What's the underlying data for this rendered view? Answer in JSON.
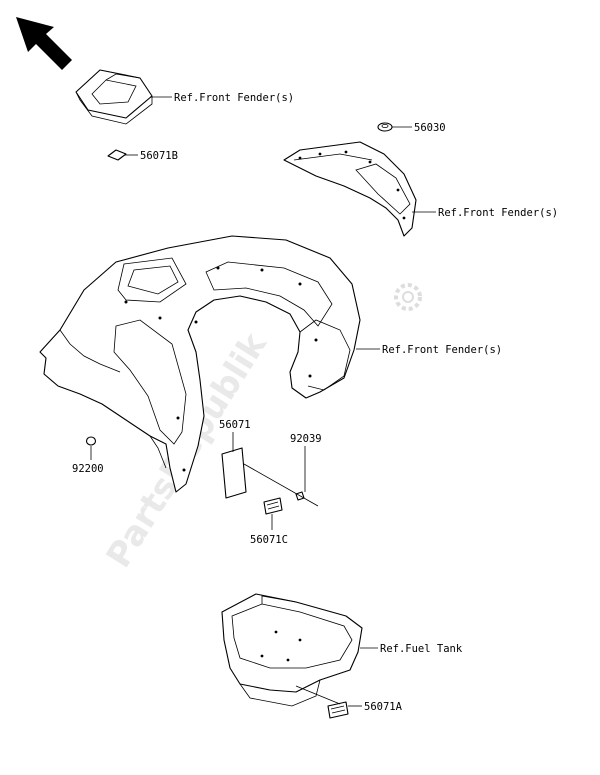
{
  "labels": {
    "ref_front_fender_1": "Ref.Front Fender(s)",
    "ref_front_fender_2": "Ref.Front Fender(s)",
    "ref_front_fender_3": "Ref.Front Fender(s)",
    "ref_fuel_tank": "Ref.Fuel Tank",
    "part_56071B": "56071B",
    "part_56030": "56030",
    "part_56071": "56071",
    "part_92039": "92039",
    "part_92200": "92200",
    "part_56071C": "56071C",
    "part_56071A": "56071A"
  },
  "watermark": "PartsRepublik",
  "colors": {
    "line": "#000000",
    "background": "#ffffff",
    "watermark": "#cfcfcf"
  },
  "icons": {
    "direction": "arrow-up-left-icon",
    "watermark_logo": "gear-icon"
  }
}
